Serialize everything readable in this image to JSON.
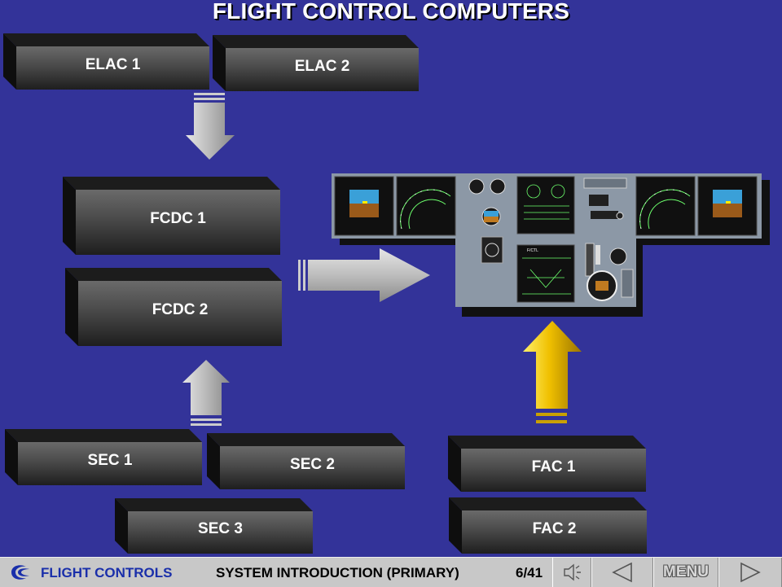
{
  "title": "FLIGHT CONTROL COMPUTERS",
  "computers": {
    "elac1": "ELAC 1",
    "elac2": "ELAC 2",
    "fcdc1": "FCDC 1",
    "fcdc2": "FCDC 2",
    "sec1": "SEC 1",
    "sec2": "SEC 2",
    "sec3": "SEC 3",
    "fac1": "FAC 1",
    "fac2": "FAC 2"
  },
  "footer": {
    "module": "FLIGHT CONTROLS",
    "section": "SYSTEM INTRODUCTION (PRIMARY)",
    "page": "6/41",
    "menu_label": "MENU"
  },
  "icons": [
    "airbus-logo-icon",
    "speaker-icon",
    "triangle-left-icon",
    "triangle-right-icon",
    "arrow-down-icon",
    "arrow-right-icon",
    "arrow-up-icon"
  ],
  "colors": {
    "background": "#333399",
    "footer_module_text": "#1a2faa",
    "fac_arrow": "#f0c000",
    "grey_arrow": "#b4b4b4"
  }
}
